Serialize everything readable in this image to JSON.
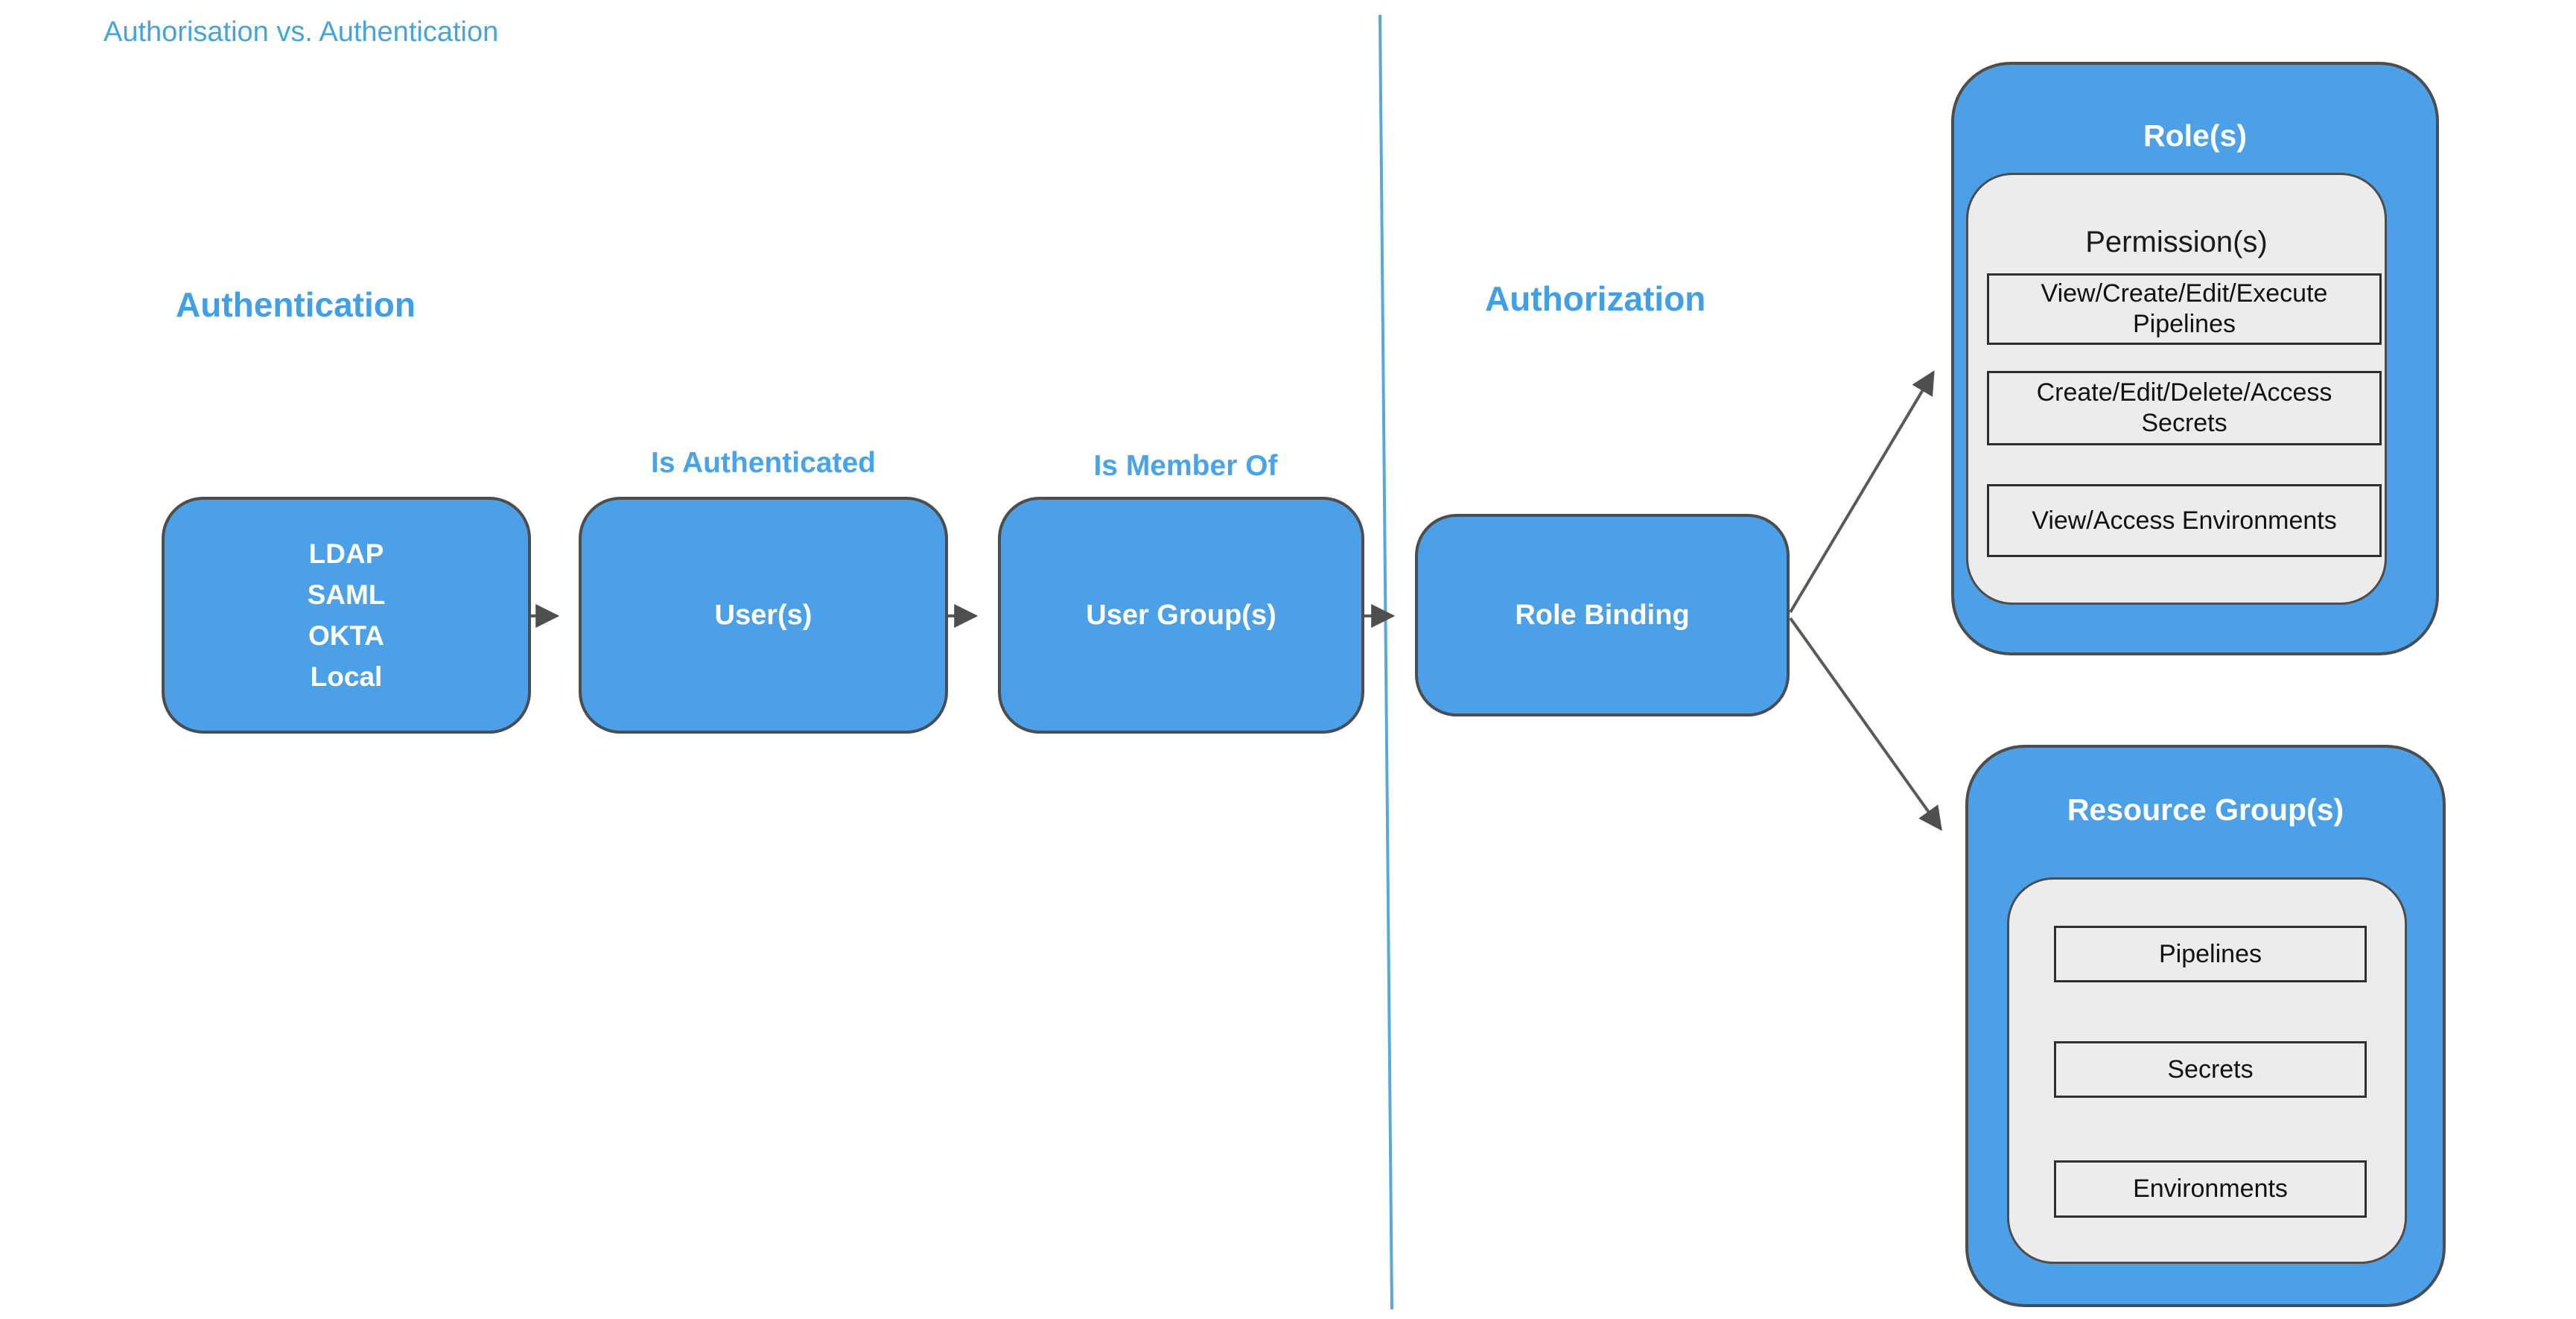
{
  "title": "Authorisation vs. Authentication",
  "sections": {
    "authentication_heading": "Authentication",
    "authorization_heading": "Authorization"
  },
  "flow": {
    "idp_box": {
      "lines": [
        "LDAP",
        "SAML",
        "OKTA",
        "Local"
      ]
    },
    "users_box_label": "User(s)",
    "user_groups_box_label": "User Group(s)",
    "role_binding_box_label": "Role Binding",
    "edge_labels": {
      "is_authenticated": "Is Authenticated",
      "is_member_of": "Is Member Of"
    }
  },
  "roles": {
    "title": "Role(s)",
    "permissions_title": "Permission(s)",
    "permissions": [
      "View/Create/Edit/Execute Pipelines",
      "Create/Edit/Delete/Access Secrets",
      "View/Access Environments"
    ]
  },
  "resource_groups": {
    "title": "Resource Group(s)",
    "items": [
      "Pipelines",
      "Secrets",
      "Environments"
    ]
  },
  "colors": {
    "node_fill_blue": "#4ba0e8",
    "blue_text": "#419fe6",
    "title_blue": "#46a4dd",
    "divider_blue": "#57a9dc",
    "border_gray": "#4d4d4d",
    "arrow_gray": "#595959",
    "panel_gray": "#ececec",
    "node_text_white": "#ffffff",
    "item_text_black": "#111111"
  }
}
